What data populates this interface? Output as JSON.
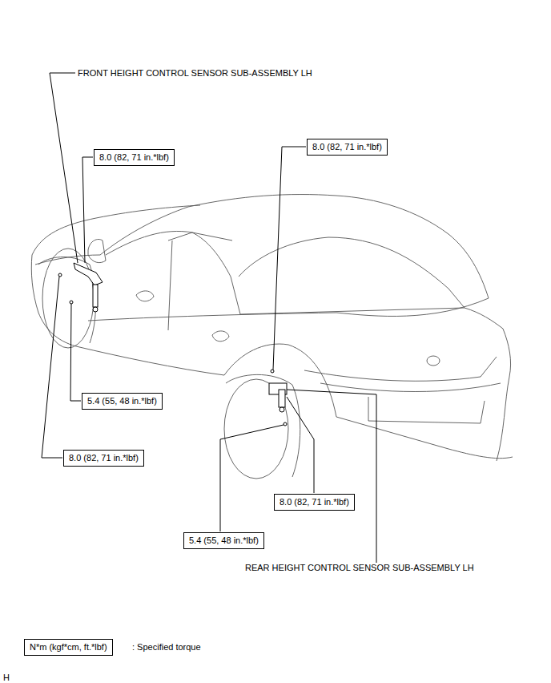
{
  "diagram": {
    "nodes": [
      {
        "text": [
          "8.0 (82, 71 in.*lbf)"
        ]
      },
      {
        "text": [
          "8.0 (82, 71 in.*lbf)"
        ]
      },
      {
        "text": [
          "5.4 (55, 48 in.*lbf)"
        ]
      },
      {
        "text": [
          "8.0 (82, 71 in.*lbf)"
        ]
      },
      {
        "text": [
          "8.0 (82, 71 in.*lbf)"
        ]
      },
      {
        "text": [
          "5.4 (55, 48 in.*lbf)"
        ]
      },
      {
        "text": [
          "N*m (kgf*cm, ft.*lbf)"
        ]
      }
    ],
    "edges": [],
    "labels": [
      "FRONT HEIGHT CONTROL SENSOR SUB-ASSEMBLY LH",
      "REAR HEIGHT CONTROL SENSOR SUB-ASSEMBLY LH",
      ": Specified torque",
      "H"
    ]
  }
}
